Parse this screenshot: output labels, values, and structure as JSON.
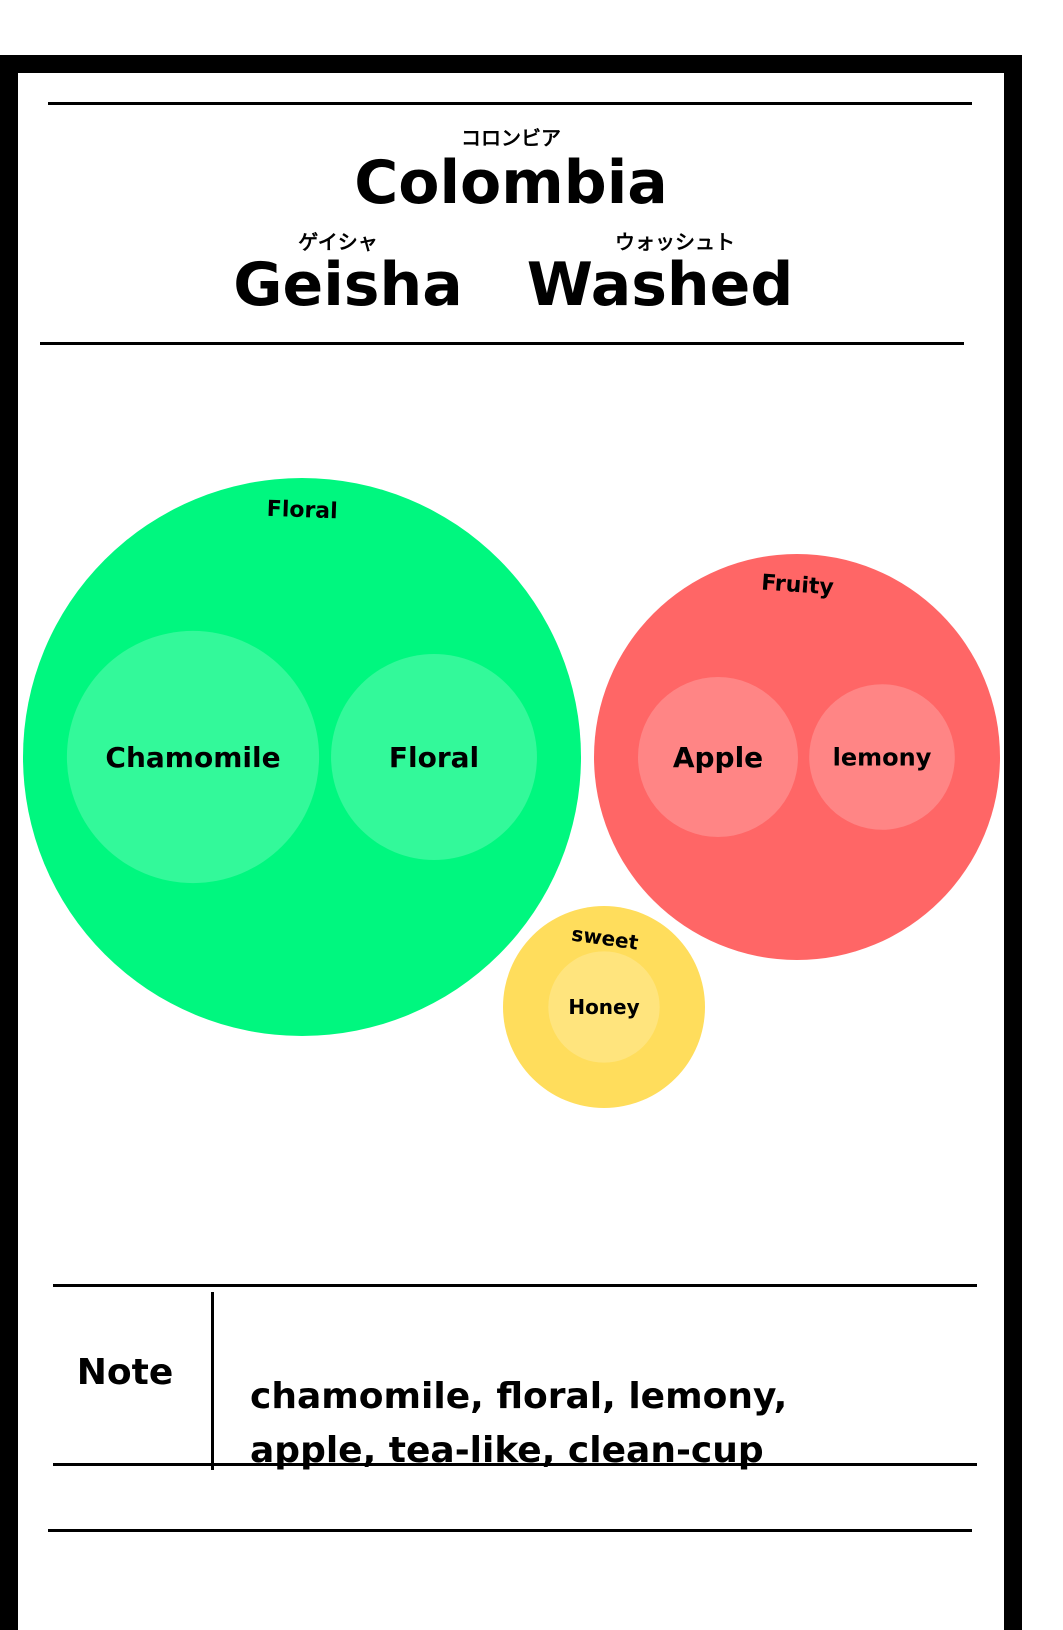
{
  "header": {
    "country_kana": "コロンビア",
    "country": "Colombia",
    "variety_kana": "ゲイシャ",
    "variety": "Geisha",
    "process_kana": "ウォッシュト",
    "process": "Washed"
  },
  "chart_data": {
    "type": "bubble",
    "title": "",
    "groups": [
      {
        "name": "Floral",
        "color": "#00F77F",
        "child_color": "#33F99A",
        "children": [
          {
            "name": "Chamomile",
            "value": 15.9
          },
          {
            "name": "Floral",
            "value": 10.6
          }
        ]
      },
      {
        "name": "Fruity",
        "color": "#FF6666",
        "child_color": "#FF8585",
        "children": [
          {
            "name": "Apple",
            "value": 6.4
          },
          {
            "name": "lemony",
            "value": 5.3
          }
        ]
      },
      {
        "name": "sweet",
        "color": "#FFDD5C",
        "child_color": "#FFE47D",
        "children": [
          {
            "name": "Honey",
            "value": 3.1
          }
        ]
      }
    ]
  },
  "note": {
    "label": "Note",
    "line1": "chamomile, floral, lemony,",
    "line2": "apple, tea-like, clean-cup"
  }
}
